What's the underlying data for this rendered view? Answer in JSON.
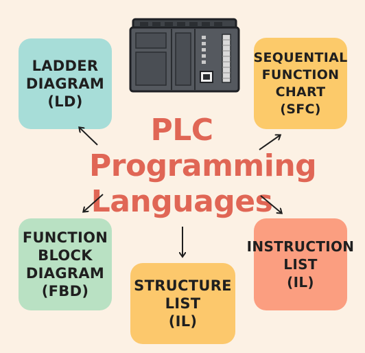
{
  "title": {
    "line1": "PLC",
    "line2": "Programming",
    "line3": "Languages"
  },
  "boxes": {
    "ladder": {
      "line1": "LADDER",
      "line2": "DIAGRAM",
      "line3": "(LD)"
    },
    "sfc": {
      "line1": "SEQUENTIAL",
      "line2": "FUNCTION",
      "line3": "CHART",
      "line4": "(SFC)"
    },
    "fbd": {
      "line1": "FUNCTION",
      "line2": "BLOCK",
      "line3": "DIAGRAM",
      "line4": "(FBD)"
    },
    "il": {
      "line1": "INSTRUCTION",
      "line2": "LIST",
      "line3": "(IL)"
    },
    "sl": {
      "line1": "STRUCTURE",
      "line2": "LIST",
      "line3": "(IL)"
    }
  },
  "colors": {
    "background": "#fcf1e4",
    "title": "#e06655",
    "ladder": "#a7ddd8",
    "sfc": "#fcca6a",
    "fbd": "#b9e1c3",
    "il": "#fb9e80",
    "sl": "#fcc86c",
    "device": "#55595f"
  },
  "icons": [
    "plc-device-icon",
    "ethernet-port-icon",
    "arrow-icon"
  ]
}
